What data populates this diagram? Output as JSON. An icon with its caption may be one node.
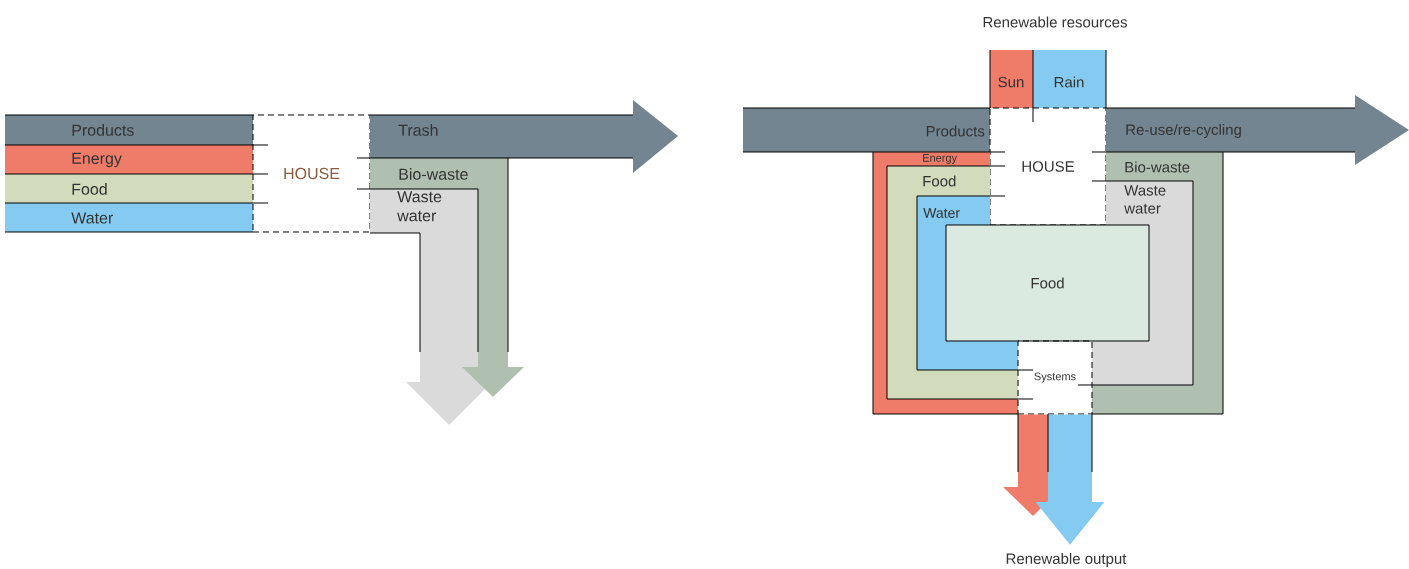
{
  "diagram": {
    "nodes": [
      {
        "text": [
          "Products"
        ]
      },
      {
        "text": [
          "Energy"
        ]
      },
      {
        "text": [
          "Food"
        ]
      },
      {
        "text": [
          "Water"
        ]
      },
      {
        "text": [
          "HOUSE"
        ]
      },
      {
        "text": [
          "Trash"
        ]
      },
      {
        "text": [
          "Bio-waste"
        ]
      },
      {
        "text": [
          "Waste water"
        ]
      },
      {
        "text": [
          "Sun"
        ]
      },
      {
        "text": [
          "Rain"
        ]
      },
      {
        "text": [
          "Products"
        ]
      },
      {
        "text": [
          "HOUSE"
        ]
      },
      {
        "text": [
          "Re-use/re-cycling"
        ]
      },
      {
        "text": [
          "Energy"
        ]
      },
      {
        "text": [
          "Food"
        ]
      },
      {
        "text": [
          "Water"
        ]
      },
      {
        "text": [
          "Bio-waste"
        ]
      },
      {
        "text": [
          "Waste water"
        ]
      },
      {
        "text": [
          "Food"
        ]
      },
      {
        "text": [
          "Systems"
        ]
      }
    ],
    "edges": [
      {
        "from": 19,
        "to": null,
        "arrow": "to",
        "color": "#ef7b69"
      },
      {
        "from": 19,
        "to": null,
        "arrow": "to",
        "color": "#85cbf1"
      }
    ],
    "labels": [
      "Renewable resources",
      "Renewable output"
    ]
  }
}
